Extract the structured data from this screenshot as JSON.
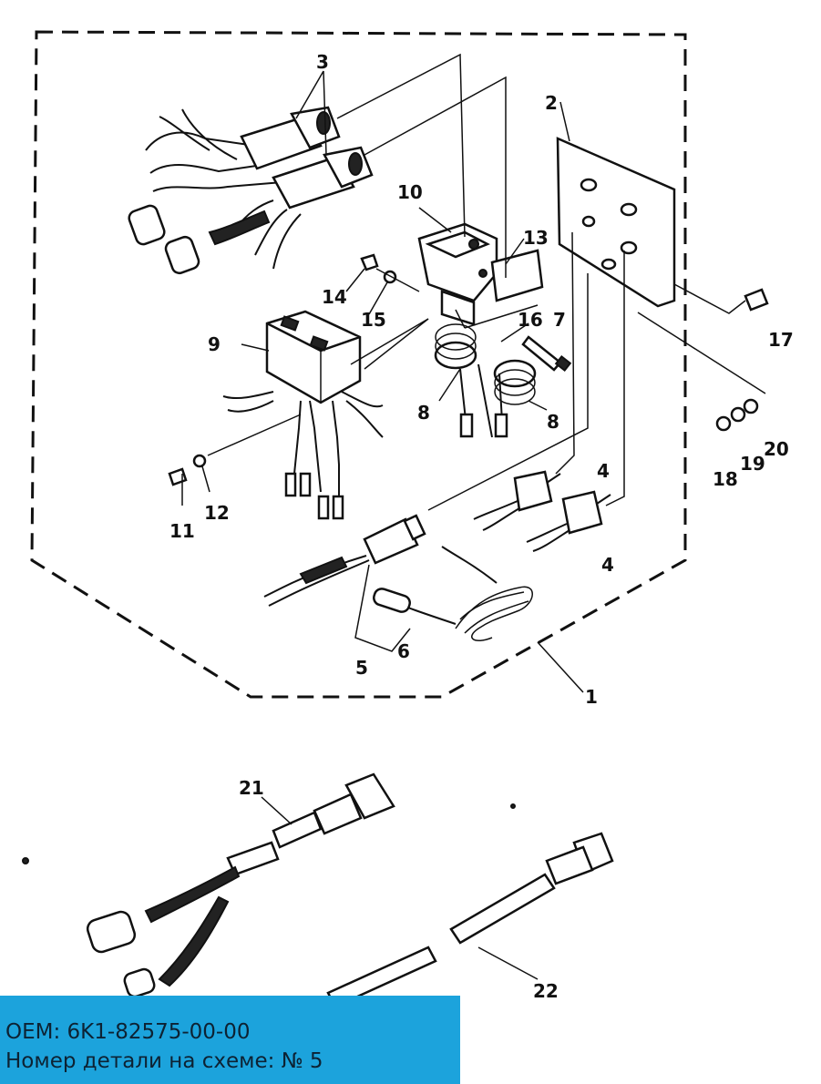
{
  "diagram": {
    "callouts": [
      "1",
      "2",
      "3",
      "4",
      "4",
      "5",
      "6",
      "7",
      "8",
      "8",
      "9",
      "10",
      "11",
      "12",
      "13",
      "14",
      "15",
      "16",
      "17",
      "18",
      "19",
      "20",
      "21",
      "22"
    ]
  },
  "info": {
    "oem_line": "OEM: 6K1-82575-00-00",
    "part_line": "Номер детали на схеме: № 5"
  }
}
